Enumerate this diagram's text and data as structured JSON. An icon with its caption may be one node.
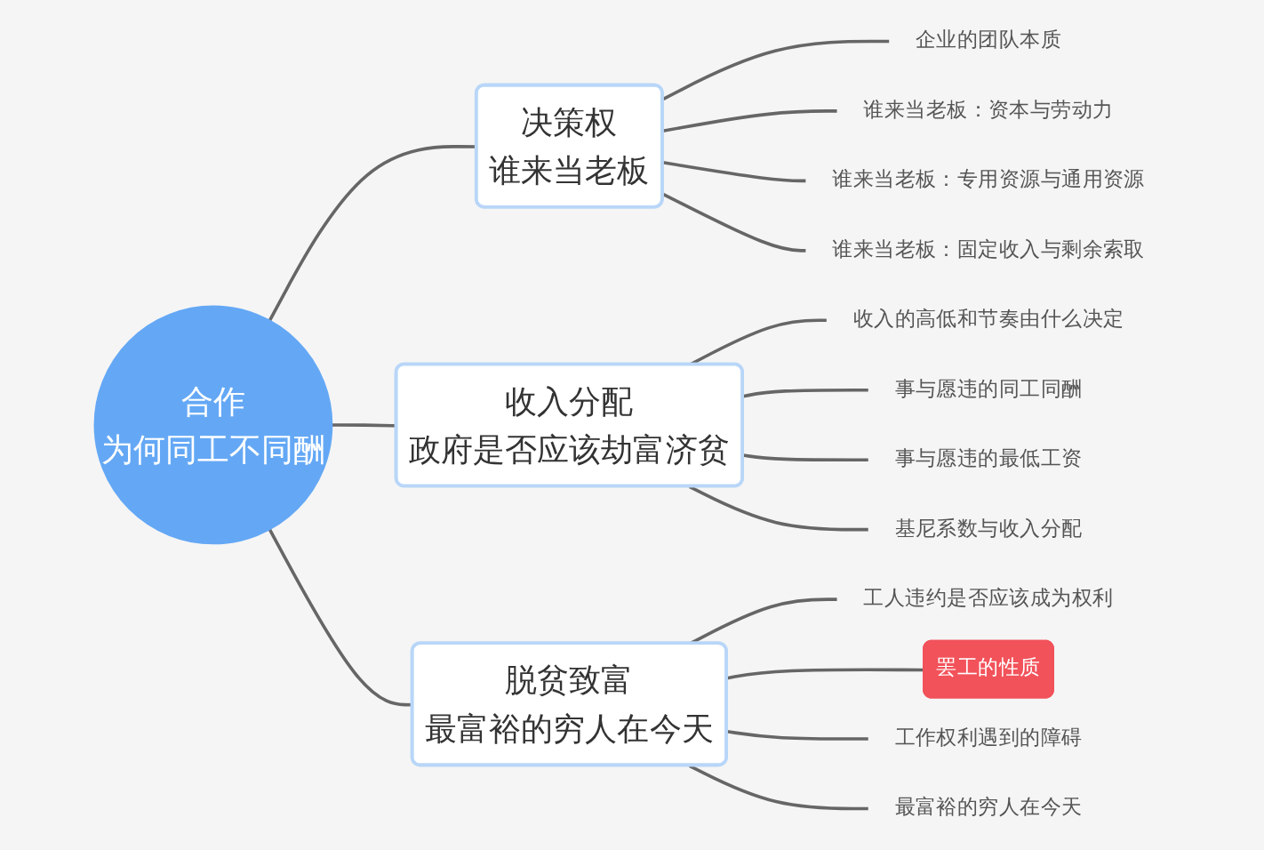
{
  "diagram": {
    "nodes": [
      {
        "text": [
          "合作",
          "为何同工不同酬"
        ]
      },
      {
        "text": [
          "决策权",
          "谁来当老板"
        ]
      },
      {
        "text": [
          "企业的团队本质"
        ]
      },
      {
        "text": [
          "谁来当老板：资本与劳动力"
        ]
      },
      {
        "text": [
          "谁来当老板：专用资源与通用资源"
        ]
      },
      {
        "text": [
          "谁来当老板：固定收入与剩余索取"
        ]
      },
      {
        "text": [
          "收入分配",
          "政府是否应该劫富济贫"
        ]
      },
      {
        "text": [
          "收入的高低和节奏由什么决定"
        ]
      },
      {
        "text": [
          "事与愿违的同工同酬"
        ]
      },
      {
        "text": [
          "事与愿违的最低工资"
        ]
      },
      {
        "text": [
          "基尼系数与收入分配"
        ]
      },
      {
        "text": [
          "脱贫致富",
          "最富裕的穷人在今天"
        ]
      },
      {
        "text": [
          "工人违约是否应该成为权利"
        ]
      },
      {
        "text": [
          "罢工的性质"
        ]
      },
      {
        "text": [
          "工作权利遇到的障碍"
        ]
      },
      {
        "text": [
          "最富裕的穷人在今天"
        ]
      }
    ],
    "edges": [
      {
        "from": 0,
        "to": 1,
        "arrow": "none"
      },
      {
        "from": 1,
        "to": 2,
        "arrow": "none"
      },
      {
        "from": 1,
        "to": 3,
        "arrow": "none"
      },
      {
        "from": 1,
        "to": 4,
        "arrow": "none"
      },
      {
        "from": 1,
        "to": 5,
        "arrow": "none"
      },
      {
        "from": 0,
        "to": 6,
        "arrow": "none"
      },
      {
        "from": 6,
        "to": 7,
        "arrow": "none"
      },
      {
        "from": 6,
        "to": 8,
        "arrow": "none"
      },
      {
        "from": 6,
        "to": 9,
        "arrow": "none"
      },
      {
        "from": 6,
        "to": 10,
        "arrow": "none"
      },
      {
        "from": 0,
        "to": 11,
        "arrow": "none"
      },
      {
        "from": 11,
        "to": 12,
        "arrow": "none"
      },
      {
        "from": 11,
        "to": 13,
        "arrow": "none"
      },
      {
        "from": 11,
        "to": 14,
        "arrow": "none"
      },
      {
        "from": 11,
        "to": 15,
        "arrow": "none"
      }
    ]
  }
}
